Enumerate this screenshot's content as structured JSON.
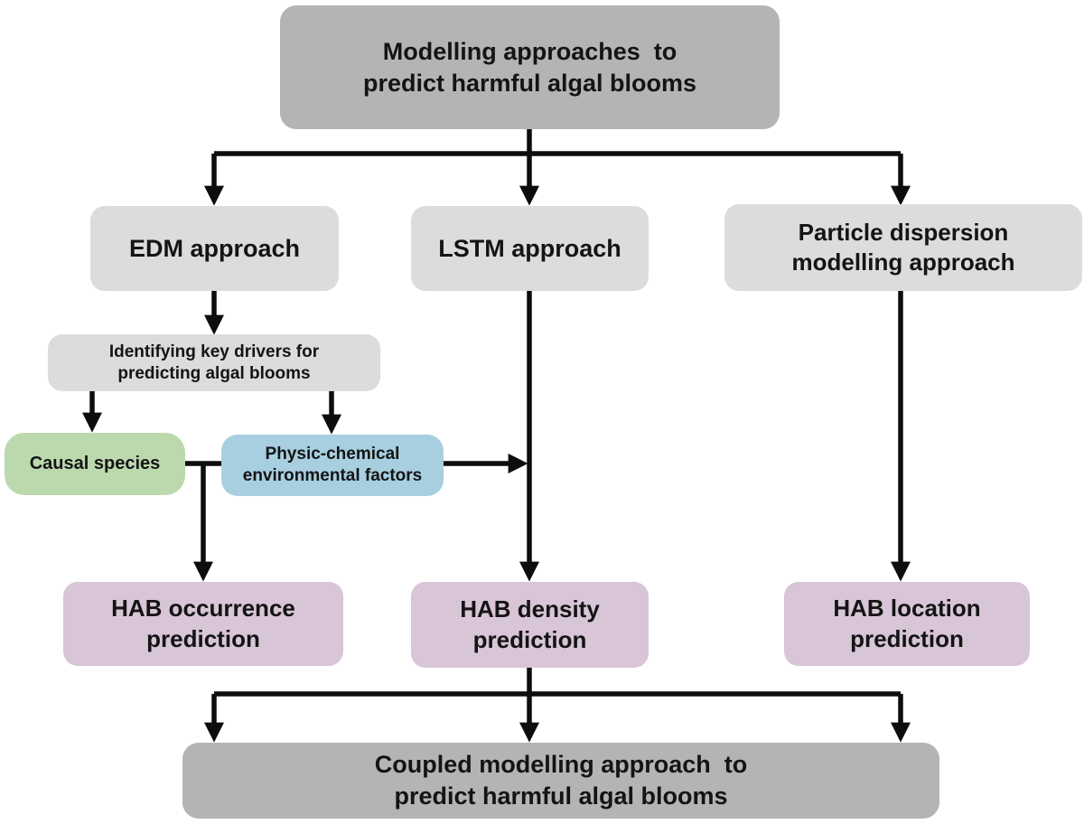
{
  "diagram": {
    "type": "flowchart",
    "title": "Modelling approaches to predict harmful algal blooms",
    "nodes": {
      "root": {
        "label": "Modelling approaches  to\npredict harmful algal blooms",
        "kind": "dark-gray"
      },
      "edm": {
        "label": "EDM approach",
        "kind": "light-gray"
      },
      "lstm": {
        "label": "LSTM approach",
        "kind": "light-gray"
      },
      "particle": {
        "label": "Particle dispersion\nmodelling approach",
        "kind": "light-gray"
      },
      "drivers": {
        "label": "Identifying key drivers for\npredicting algal blooms",
        "kind": "light-gray"
      },
      "causal": {
        "label": "Causal species",
        "kind": "green"
      },
      "physic": {
        "label": "Physic-chemical\nenvironmental factors",
        "kind": "blue"
      },
      "occurrence": {
        "label": "HAB occurrence\nprediction",
        "kind": "pink"
      },
      "density": {
        "label": "HAB density\nprediction",
        "kind": "pink"
      },
      "location": {
        "label": "HAB location\nprediction",
        "kind": "pink"
      },
      "coupled": {
        "label": "Coupled modelling approach  to\npredict harmful algal blooms",
        "kind": "dark-gray"
      }
    },
    "edges": [
      {
        "from": "root",
        "to": "edm"
      },
      {
        "from": "root",
        "to": "lstm"
      },
      {
        "from": "root",
        "to": "particle"
      },
      {
        "from": "edm",
        "to": "drivers"
      },
      {
        "from": "drivers",
        "to": "causal"
      },
      {
        "from": "drivers",
        "to": "physic"
      },
      {
        "from": "causal",
        "to": "occurrence"
      },
      {
        "from": "physic",
        "to": "occurrence"
      },
      {
        "from": "physic",
        "to": "lstm"
      },
      {
        "from": "lstm",
        "to": "density"
      },
      {
        "from": "particle",
        "to": "location"
      },
      {
        "from": "occurrence",
        "to": "coupled"
      },
      {
        "from": "density",
        "to": "coupled"
      },
      {
        "from": "location",
        "to": "coupled"
      }
    ]
  },
  "colors": {
    "background": "#ffffff",
    "node_dark_gray": "#b5b4b2",
    "node_light_gray": "#dcdcdb",
    "node_green": "#bcd9ae",
    "node_blue": "#a7cfe0",
    "node_pink": "#d8c5d7",
    "connector": "#0d0d0d",
    "text": "#141414"
  }
}
